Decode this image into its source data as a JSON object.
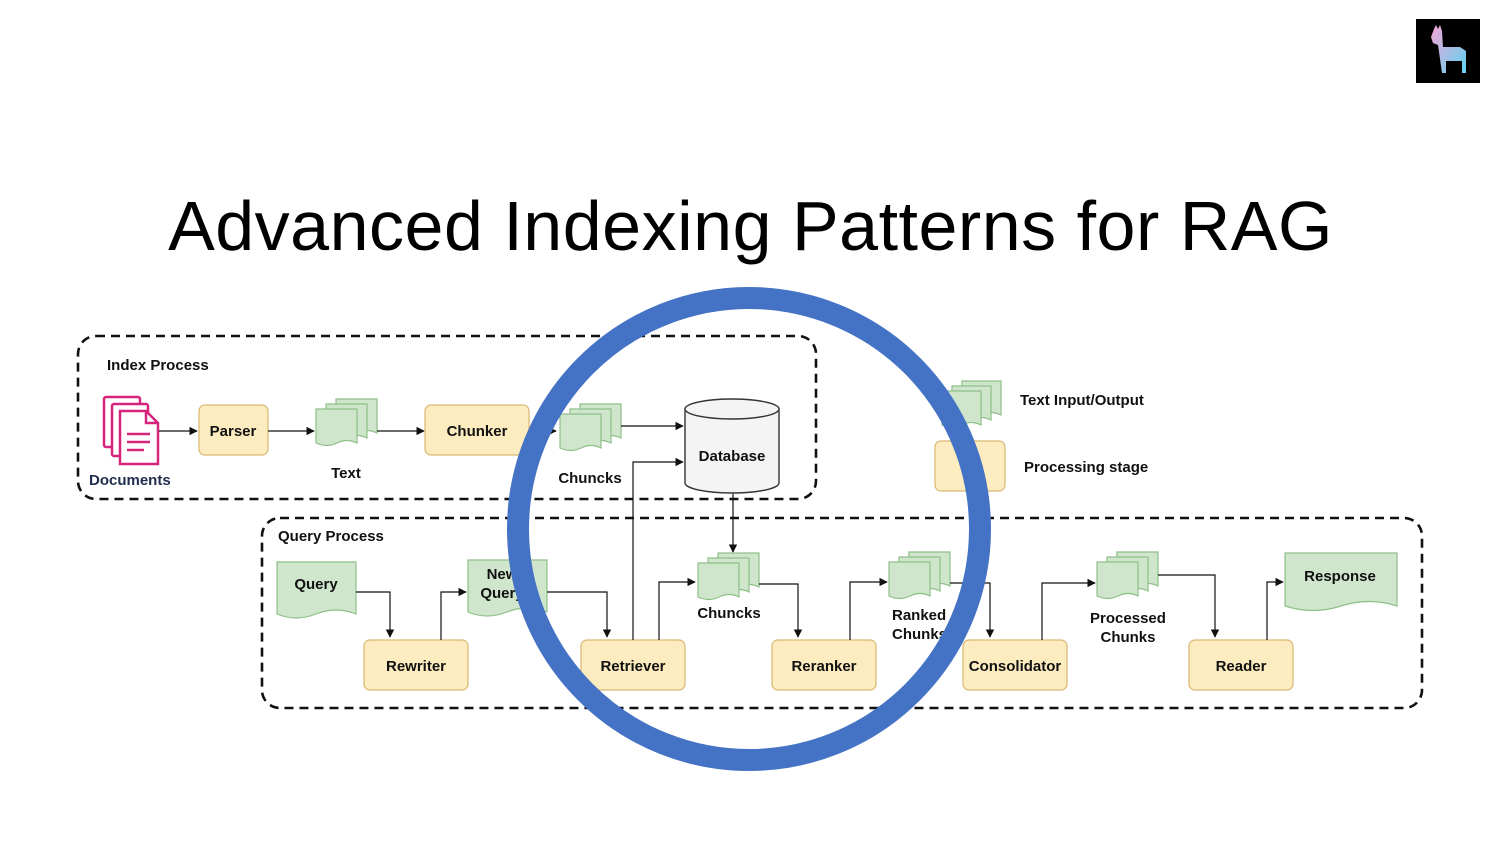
{
  "slide": {
    "title": "Advanced Indexing Patterns for RAG"
  },
  "logo": {
    "icon": "llama-icon"
  },
  "index_process": {
    "label": "Index Process",
    "documents": "Documents",
    "parser": "Parser",
    "text": "Text",
    "chunker": "Chunker",
    "chuncks": "Chuncks",
    "database": "Database"
  },
  "legend": {
    "text_io": "Text Input/Output",
    "processing": "Processing stage"
  },
  "query_process": {
    "label": "Query Process",
    "query": "Query",
    "new_query_1": "New",
    "new_query_2": "Query",
    "rewriter": "Rewriter",
    "retriever": "Retriever",
    "chuncks": "Chuncks",
    "reranker": "Reranker",
    "ranked_1": "Ranked",
    "ranked_2": "Chunks",
    "consolidator": "Consolidator",
    "processed_1": "Processed",
    "processed_2": "Chunks",
    "reader": "Reader",
    "response": "Response"
  },
  "colors": {
    "highlight_circle": "#4472c4",
    "stage_fill": "#fdecbf",
    "doc_fill": "#cfe6cc",
    "documents_icon": "#d6247a"
  }
}
